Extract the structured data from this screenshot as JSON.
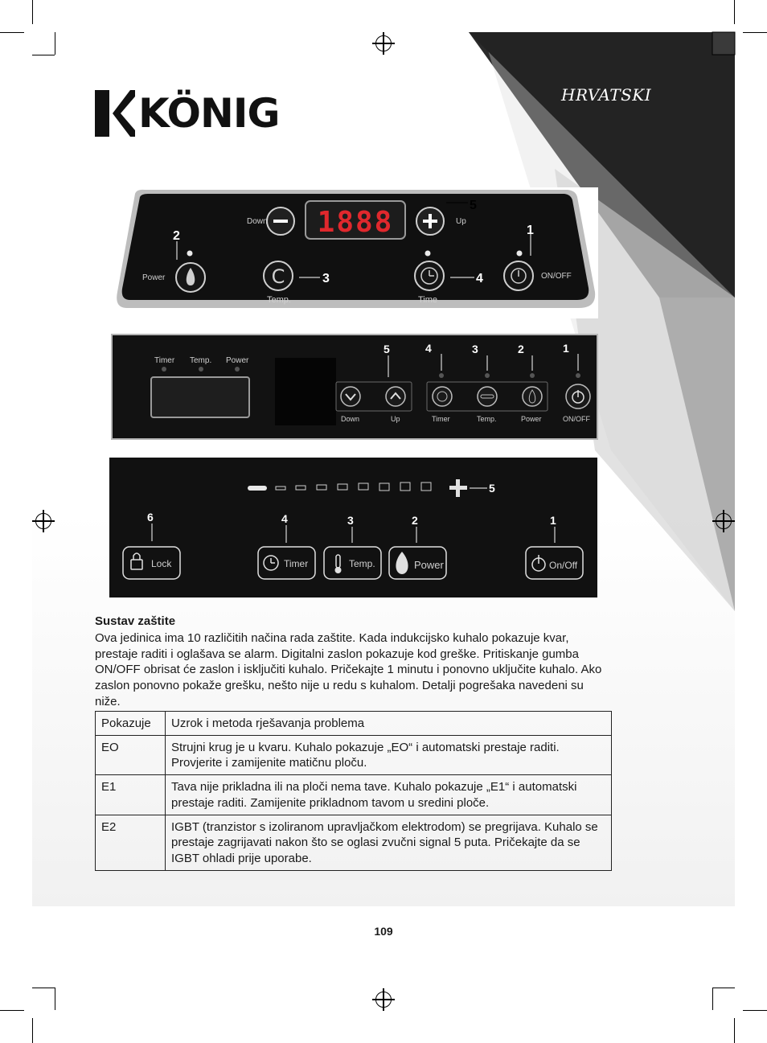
{
  "header": {
    "brand": "KÖNIG",
    "language": "HRVATSKI"
  },
  "panel1": {
    "display": "1888",
    "labels": {
      "down": "Down",
      "up": "Up",
      "power": "Power",
      "temp": "Temp.",
      "time": "Time",
      "onoff": "ON/OFF"
    },
    "callouts": [
      "1",
      "2",
      "3",
      "4",
      "5"
    ]
  },
  "panel2": {
    "labels": {
      "timer_led": "Timer",
      "temp_led": "Temp.",
      "power_led": "Power",
      "down": "Down",
      "up": "Up",
      "timer": "Timer",
      "temp": "Temp.",
      "power": "Power",
      "onoff": "ON/OFF"
    },
    "callouts": [
      "5",
      "4",
      "3",
      "2",
      "1"
    ]
  },
  "panel3": {
    "labels": {
      "lock": "Lock",
      "timer": "Timer",
      "temp": "Temp.",
      "power": "Power",
      "onoff": "On/Off"
    },
    "callouts": [
      "6",
      "4",
      "3",
      "2",
      "1",
      "5"
    ]
  },
  "section": {
    "title": "Sustav zaštite",
    "body": "Ova jedinica ima 10 različitih načina rada zaštite. Kada indukcijsko kuhalo pokazuje kvar, prestaje raditi i oglašava se alarm. Digitalni zaslon pokazuje kod greške. Pritiskanje gumba ON/OFF obrisat će zaslon i isključiti kuhalo. Pričekajte 1 minutu i ponovno uključite kuhalo. Ako zaslon ponovno pokaže grešku, nešto nije u redu s kuhalom. Detalji pogrešaka navedeni su niže."
  },
  "error_table": {
    "headers": [
      "Pokazuje",
      "Uzrok i metoda rješavanja problema"
    ],
    "rows": [
      [
        "EO",
        "Strujni krug je u kvaru. Kuhalo pokazuje „EO“ i automatski prestaje raditi. Provjerite i zamijenite matičnu ploču."
      ],
      [
        "E1",
        "Tava nije prikladna ili na ploči nema tave. Kuhalo pokazuje „E1“ i automatski prestaje raditi. Zamijenite prikladnom tavom u sredini ploče."
      ],
      [
        "E2",
        "IGBT (tranzistor s izoliranom upravljačkom elektrodom) se pregrijava. Kuhalo se prestaje zagrijavati nakon što se oglasi zvučni signal 5 puta. Pričekajte da se IGBT ohladi prije uporabe."
      ]
    ]
  },
  "page_number": "109"
}
